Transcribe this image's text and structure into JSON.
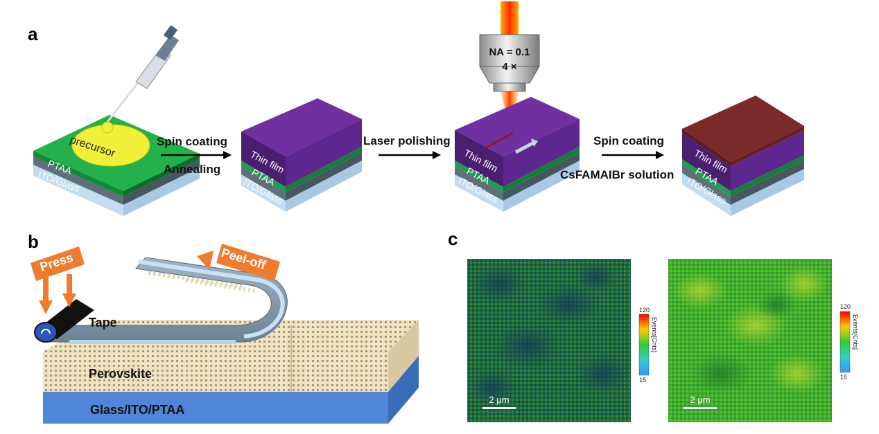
{
  "panels": {
    "a": {
      "letter": "a",
      "precursor_label": "precursor",
      "layers": {
        "ptaa": "PTAA",
        "ito_glass": "ITO/Glass",
        "thin_film": "Thin film"
      },
      "steps": {
        "spin_coating_1": "Spin coating",
        "annealing": "Annealing",
        "laser_polishing": "Laser polishing",
        "spin_coating_2": "Spin coating",
        "solution": "CsFAMAIBr solution"
      },
      "objective": {
        "na": "NA = 0.1",
        "mag": "4 ×"
      },
      "colors": {
        "film": "#7030a0",
        "ptaa": "#1aa04a",
        "ito": "#5a6b78",
        "glass": "#bcd8ee",
        "top": "#7b2a2a",
        "green_layer": "#22b14c"
      }
    },
    "b": {
      "letter": "b",
      "press_label": "Press",
      "peel_label": "Peel-off",
      "tape_label": "Tape",
      "perovskite_label": "Perovskite",
      "substrate_label": "Glass/ITO/PTAA",
      "colors": {
        "arrow": "#f07a2e",
        "substrate": "#4f86d8",
        "perovskite": "#e8d9b8"
      }
    },
    "c": {
      "letter": "c",
      "maps": [
        {
          "name": "left-map",
          "scale_bar": "2 μm",
          "colorbar_max": "120",
          "colorbar_min": "15",
          "colorbar_title": "Events[Cnts]"
        },
        {
          "name": "right-map",
          "scale_bar": "2 μm",
          "colorbar_max": "120",
          "colorbar_min": "15",
          "colorbar_title": "Events[Cnts]"
        }
      ]
    }
  }
}
